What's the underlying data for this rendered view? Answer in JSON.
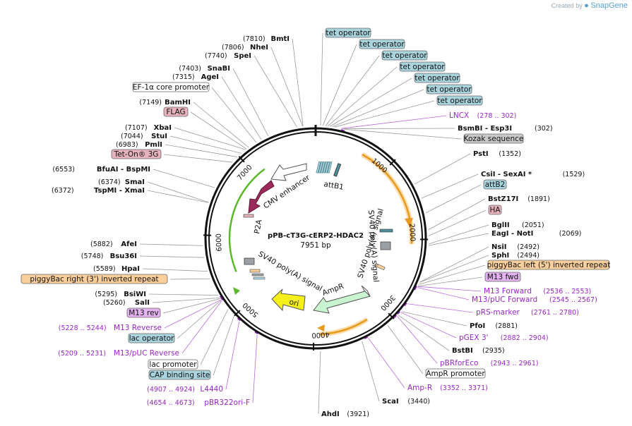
{
  "app": {
    "created_by": "Created by",
    "brand": "SnapGene"
  },
  "plasmid": {
    "name": "pPB-cT3G-cERP2-HDAC2",
    "length": "7951 bp"
  },
  "ticks": [
    "1000",
    "2000",
    "3000",
    "4000",
    "5000",
    "6000",
    "7000"
  ],
  "features": {
    "cmv": "CMV enhancer",
    "p2a": "P2A",
    "sv40_1": "SV40 poly(A) signal",
    "sv40_2": "SV40 poly(A) signal",
    "ampr": "AmpR",
    "ori": "ori",
    "attb1": "attB1"
  },
  "labels": [
    {
      "pos": "(7810)",
      "name": "BmtI"
    },
    {
      "pos": "(7806)",
      "name": "NheI"
    },
    {
      "pos": "(7740)",
      "name": "SpeI"
    },
    {
      "pos": "(7403)",
      "name": "SnaBI"
    },
    {
      "pos": "(7315)",
      "name": "AgeI"
    },
    {
      "box": "EF-1α core promoter",
      "style": "white"
    },
    {
      "pos": "(7149)",
      "name": "BamHI"
    },
    {
      "box": "FLAG",
      "style": "pink"
    },
    {
      "pos": "(7107)",
      "name": "XbaI"
    },
    {
      "pos": "(7044)",
      "name": "StuI"
    },
    {
      "pos": "(6983)",
      "name": "PmlI"
    },
    {
      "box": "Tet-On® 3G",
      "style": "pink"
    },
    {
      "pos": "(6553)",
      "name": "BfuAI   - BspMI"
    },
    {
      "pos": "(6374)",
      "name": "SmaI"
    },
    {
      "pos": "(6372)",
      "name": "TspMI   - XmaI"
    },
    {
      "pos": "(5882)",
      "name": "AfeI"
    },
    {
      "pos": "(5748)",
      "name": "Bsu36I"
    },
    {
      "pos": "(5589)",
      "name": "HpaI"
    },
    {
      "box": "piggyBac right (3') inverted repeat",
      "style": "orange"
    },
    {
      "pos": "(5295)",
      "name": "BsiWI"
    },
    {
      "pos": "(5260)",
      "name": "SalI"
    },
    {
      "box": "M13 rev",
      "style": "purple"
    },
    {
      "prim": "M13 Reverse",
      "pos": "(5228 .. 5244)"
    },
    {
      "box": "lac operator",
      "style": "blue"
    },
    {
      "prim": "M13/pUC Reverse",
      "pos": "(5209 .. 5231)"
    },
    {
      "box": "lac promoter",
      "style": "white"
    },
    {
      "box": "CAP binding site",
      "style": "blue"
    },
    {
      "prim": "L4440",
      "pos": "(4907 .. 4924)"
    },
    {
      "prim": "pBR322ori-F",
      "pos": "(4654 .. 4673)"
    },
    {
      "box": "tet operator",
      "style": "blue"
    },
    {
      "box": "tet operator",
      "style": "blue"
    },
    {
      "box": "tet operator",
      "style": "blue"
    },
    {
      "box": "tet operator",
      "style": "blue"
    },
    {
      "box": "tet operator",
      "style": "blue"
    },
    {
      "box": "tet operator",
      "style": "blue"
    },
    {
      "box": "tet operator",
      "style": "blue"
    },
    {
      "prim": "LNCX",
      "pos": "(278 .. 302)"
    },
    {
      "name": "BsmBI   - Esp3I",
      "pos": "(302)"
    },
    {
      "box": "Kozak sequence",
      "style": "gray"
    },
    {
      "name": "PstI",
      "pos": "(1352)"
    },
    {
      "name": "CsiI   - SexAI *",
      "pos": "(1529)"
    },
    {
      "box": "attB2",
      "style": "blue"
    },
    {
      "name": "BstZ17I",
      "pos": "(1891)"
    },
    {
      "box": "HA",
      "style": "pink"
    },
    {
      "name": "BglII",
      "pos": "(2051)"
    },
    {
      "name": "EagI   - NotI",
      "pos": "(2069)"
    },
    {
      "name": "NsiI",
      "pos": "(2492)"
    },
    {
      "name": "SphI",
      "pos": "(2494)"
    },
    {
      "box": "piggyBac left (5') inverted repeat",
      "style": "orange"
    },
    {
      "box": "M13 fwd",
      "style": "purple"
    },
    {
      "prim": "M13 Forward",
      "pos": "(2536 .. 2553)"
    },
    {
      "prim": "M13/pUC Forward",
      "pos": "(2545 .. 2567)"
    },
    {
      "prim": "pRS-marker",
      "pos": "(2761 .. 2780)"
    },
    {
      "name": "PfoI",
      "pos": "(2881)"
    },
    {
      "prim": "pGEX 3'",
      "pos": "(2882 .. 2904)"
    },
    {
      "name": "BstBI",
      "pos": "(2935)"
    },
    {
      "prim": "pBRforEco",
      "pos": "(2943 .. 2961)"
    },
    {
      "box": "AmpR promoter",
      "style": "white"
    },
    {
      "prim": "Amp-R",
      "pos": "(3352 .. 3371)"
    },
    {
      "name": "ScaI",
      "pos": "(3440)"
    },
    {
      "name": "AhdI",
      "pos": "(3921)"
    }
  ],
  "colors": {
    "blue": "#a9d4de",
    "pink": "#e6b3bd",
    "orange": "#fbcf9c",
    "purple": "#e3b3f0",
    "gray": "#c9c9c9",
    "white": "#ffffff",
    "primer": "#9a26c9",
    "ori_fill": "#f5ef1a",
    "ampr_fill": "#c8f5cf",
    "p2a_fill": "#9c2a5a",
    "sv40_fill": "#9aa0a6",
    "tet_fill": "#a9d4de",
    "green_arrow": "#5bb82a",
    "orange_arrow": "#e69a1f"
  }
}
